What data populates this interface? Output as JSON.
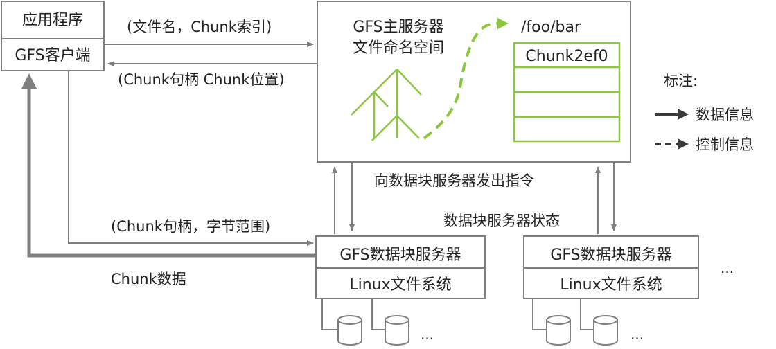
{
  "client": {
    "app_label": "应用程序",
    "client_label": "GFS客户端"
  },
  "master": {
    "title_line1": "GFS主服务器",
    "title_line2": "文件命名空间",
    "path": "/foo/bar",
    "chunk_id": "Chunk2ef0"
  },
  "edges": {
    "request_label": "(文件名，Chunk索引)",
    "response_label": "(Chunk句柄 Chunk位置)",
    "instruction_label": "向数据块服务器发出指令",
    "state_label": "数据块服务器状态",
    "read_request_label": "(Chunk句柄，字节范围)",
    "data_label": "Chunk数据"
  },
  "chunkservers": [
    {
      "title": "GFS数据块服务器",
      "fs": "Linux文件系统",
      "more": "..."
    },
    {
      "title": "GFS数据块服务器",
      "fs": "Linux文件系统",
      "more": "..."
    }
  ],
  "more_servers": "...",
  "legend": {
    "title": "标注:",
    "data_flow": "数据信息",
    "control_flow": "控制信息"
  },
  "colors": {
    "stroke": "#7f7f7f",
    "green": "#8cc63f",
    "text": "#222222"
  }
}
